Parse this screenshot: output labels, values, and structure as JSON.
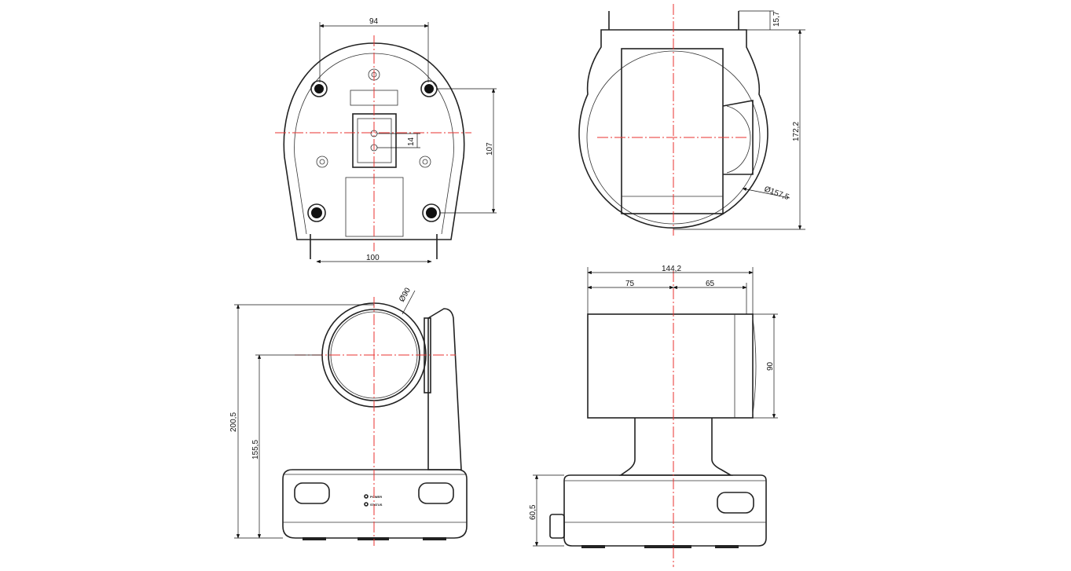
{
  "drawing": {
    "views": [
      "bottom-view",
      "top-view",
      "front-view",
      "side-view"
    ],
    "dimensions": {
      "bottom_top_width": "94",
      "bottom_hole_spacing": "14",
      "bottom_height": "107",
      "bottom_base_width": "100",
      "top_tab": "15,7",
      "top_height": "172,2",
      "top_diameter": "Ø157,5",
      "front_lens_diameter": "Ø90",
      "front_total_height": "200,5",
      "front_axis_height": "155,5",
      "side_total_width": "144,2",
      "side_left_width": "75",
      "side_right_width": "65",
      "side_head_height": "90",
      "side_base_height": "60,5"
    },
    "indicators": {
      "power": "POWER",
      "status": "STATUS"
    },
    "colors": {
      "outline": "#222222",
      "centerline": "#e8322f"
    }
  }
}
